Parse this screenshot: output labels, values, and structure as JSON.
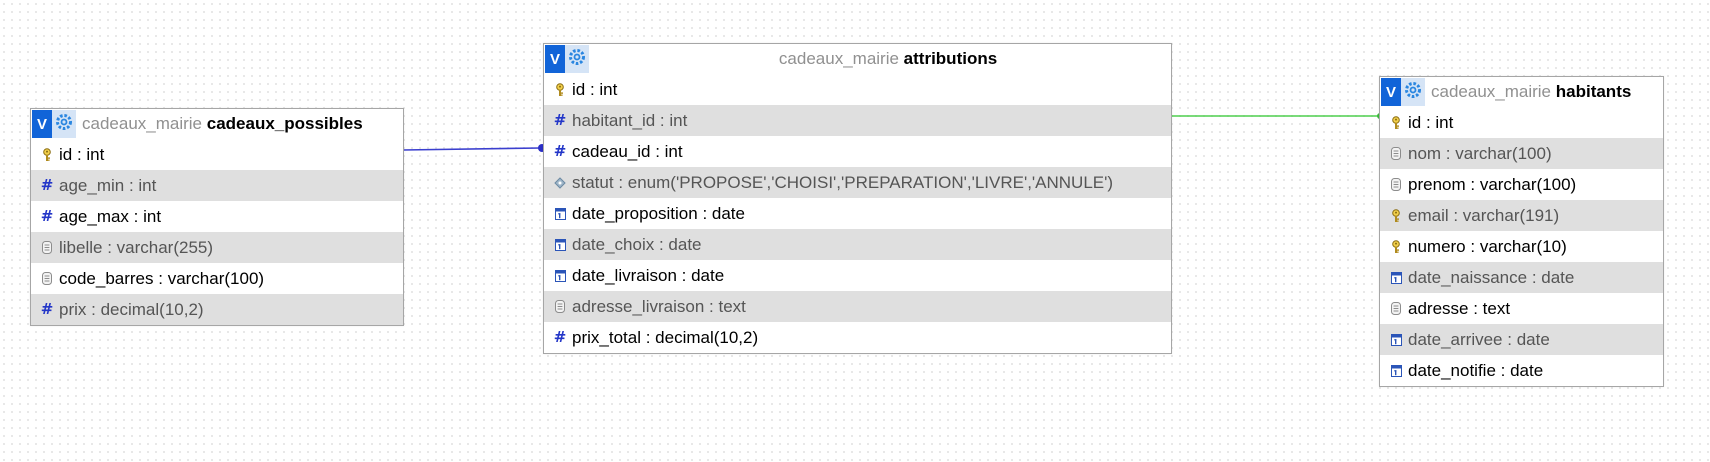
{
  "toggle_label": "V",
  "colors": {
    "relation_blue": "#3b3fcf",
    "relation_green": "#4fcf4f",
    "header_button": "#1164d8",
    "row_alt": "#dfdfdf"
  },
  "tables": {
    "cadeaux_possibles": {
      "db": "cadeaux_mairie",
      "name": "cadeaux_possibles",
      "columns": [
        {
          "name": "id",
          "type": "int",
          "icon": "key-icon"
        },
        {
          "name": "age_min",
          "type": "int",
          "icon": "number-icon"
        },
        {
          "name": "age_max",
          "type": "int",
          "icon": "number-icon"
        },
        {
          "name": "libelle",
          "type": "varchar(255)",
          "icon": "text-icon"
        },
        {
          "name": "code_barres",
          "type": "varchar(100)",
          "icon": "text-icon"
        },
        {
          "name": "prix",
          "type": "decimal(10,2)",
          "icon": "number-icon"
        }
      ]
    },
    "attributions": {
      "db": "cadeaux_mairie",
      "name": "attributions",
      "columns": [
        {
          "name": "id",
          "type": "int",
          "icon": "key-icon"
        },
        {
          "name": "habitant_id",
          "type": "int",
          "icon": "number-icon"
        },
        {
          "name": "cadeau_id",
          "type": "int",
          "icon": "number-icon"
        },
        {
          "name": "statut",
          "type": "enum('PROPOSE','CHOISI','PREPARATION','LIVRE','ANNULE')",
          "icon": "enum-icon"
        },
        {
          "name": "date_proposition",
          "type": "date",
          "icon": "date-icon"
        },
        {
          "name": "date_choix",
          "type": "date",
          "icon": "date-icon"
        },
        {
          "name": "date_livraison",
          "type": "date",
          "icon": "date-icon"
        },
        {
          "name": "adresse_livraison",
          "type": "text",
          "icon": "text-icon"
        },
        {
          "name": "prix_total",
          "type": "decimal(10,2)",
          "icon": "number-icon"
        }
      ]
    },
    "habitants": {
      "db": "cadeaux_mairie",
      "name": "habitants",
      "columns": [
        {
          "name": "id",
          "type": "int",
          "icon": "key-icon"
        },
        {
          "name": "nom",
          "type": "varchar(100)",
          "icon": "text-icon"
        },
        {
          "name": "prenom",
          "type": "varchar(100)",
          "icon": "text-icon"
        },
        {
          "name": "email",
          "type": "varchar(191)",
          "icon": "key-icon"
        },
        {
          "name": "numero",
          "type": "varchar(10)",
          "icon": "key-icon"
        },
        {
          "name": "date_naissance",
          "type": "date",
          "icon": "date-icon"
        },
        {
          "name": "adresse",
          "type": "text",
          "icon": "text-icon"
        },
        {
          "name": "date_arrivee",
          "type": "date",
          "icon": "date-icon"
        },
        {
          "name": "date_notifie",
          "type": "date",
          "icon": "date-icon"
        }
      ]
    }
  }
}
